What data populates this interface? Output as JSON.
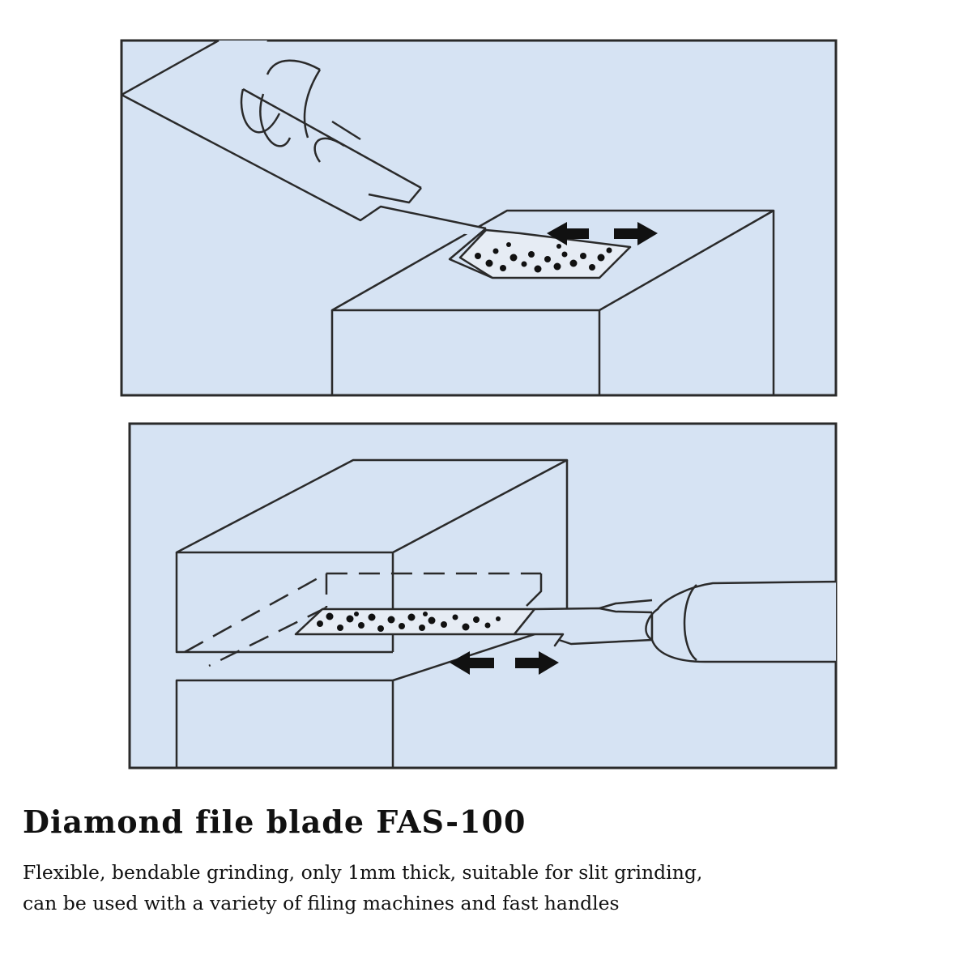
{
  "caption": {
    "title": "Diamond file blade FAS-100",
    "description_lines": [
      "Flexible, bendable grinding, only 1mm thick, suitable for slit grinding,",
      "can be used with a variety of filing machines and fast handles"
    ]
  },
  "colors": {
    "panel_fill": "#d6e3f3",
    "line": "#2a2a2a",
    "arrow": "#111111",
    "grit": "#111111"
  },
  "icons": [
    "arrow-left-icon",
    "arrow-right-icon"
  ]
}
